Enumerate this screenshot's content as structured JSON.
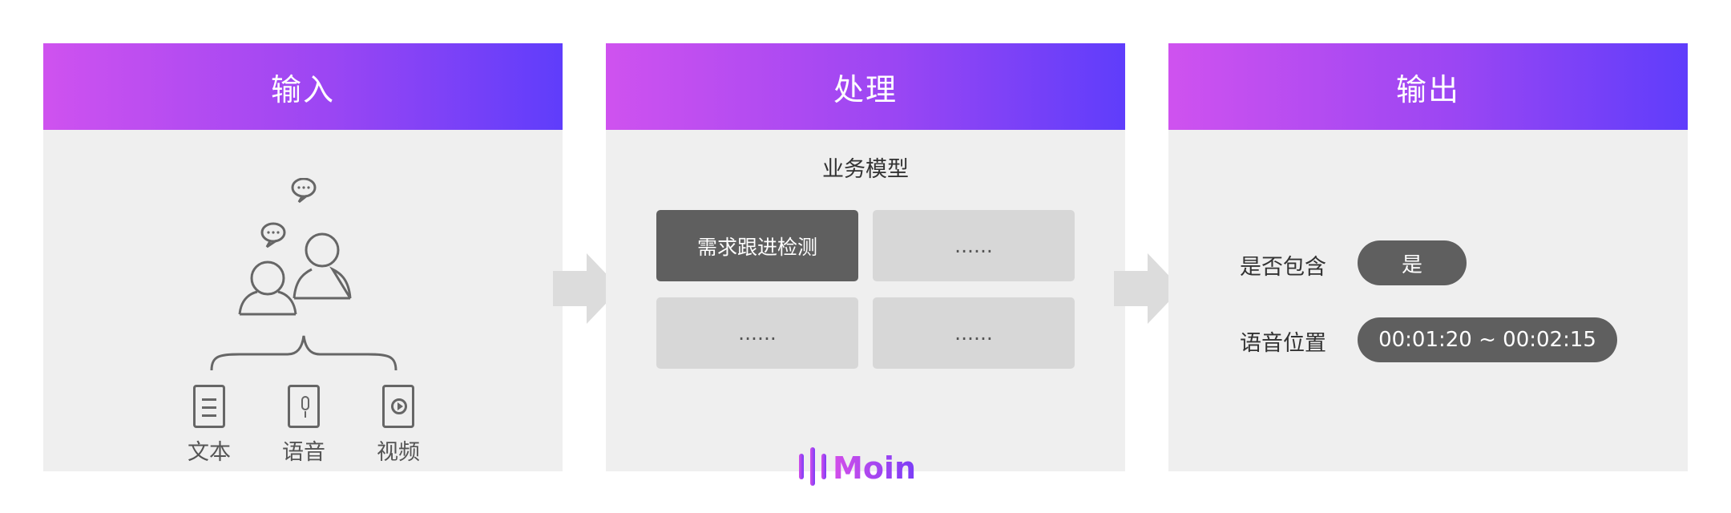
{
  "input": {
    "title": "输入",
    "items": [
      {
        "label": "文本",
        "icon": "document-icon"
      },
      {
        "label": "语音",
        "icon": "microphone-icon"
      },
      {
        "label": "视频",
        "icon": "video-icon"
      }
    ]
  },
  "process": {
    "title": "处理",
    "model_title": "业务模型",
    "boxes": [
      "需求跟进检测",
      "......",
      "......",
      "......"
    ],
    "brand": "Moin"
  },
  "output": {
    "title": "输出",
    "rows": [
      {
        "label": "是否包含",
        "value": "是"
      },
      {
        "label": "语音位置",
        "value": "00:01:20 ~ 00:02:15"
      }
    ]
  },
  "colors": {
    "header_gradient": [
      "#cf52ef",
      "#5f3dfb"
    ],
    "panel_bg": "#efefef",
    "dark_box": "#5f5f5f",
    "light_box": "#d7d7d7",
    "brand_gradient": [
      "#d44fe9",
      "#7a3df7"
    ]
  }
}
